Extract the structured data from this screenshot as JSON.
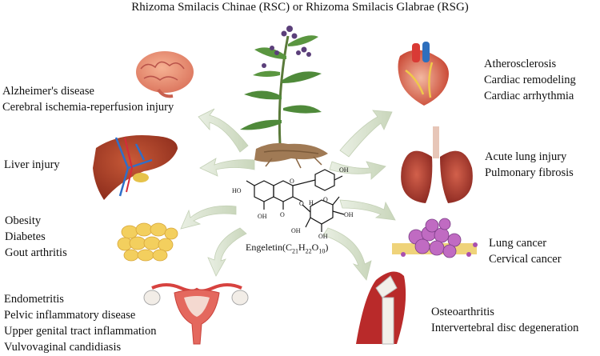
{
  "title": "Rhizoma Smilacis Chinae (RSC) or Rhizoma Smilacis Glabrae (RSG)",
  "compound": {
    "name": "Engeletin",
    "formula": {
      "c": "C",
      "c_n": "21",
      "h": "H",
      "h_n": "22",
      "o": "O",
      "o_n": "10"
    },
    "atom_labels": {
      "oh": "OH",
      "ho": "HO",
      "o": "O",
      "h": "H"
    }
  },
  "left_groups": [
    {
      "organ": "brain-icon",
      "lines": [
        "Alzheimer's disease",
        "Cerebral ischemia-reperfusion injury"
      ]
    },
    {
      "organ": "liver-icon",
      "lines": [
        "Liver injury"
      ]
    },
    {
      "organ": "fat-cells-icon",
      "lines": [
        "Obesity",
        "Diabetes",
        "Gout arthritis"
      ]
    },
    {
      "organ": "uterus-icon",
      "lines": [
        "Endometritis",
        "Pelvic inflammatory disease",
        "Upper genital tract inflammation",
        "Vulvovaginal candidiasis"
      ]
    }
  ],
  "right_groups": [
    {
      "organ": "heart-icon",
      "lines": [
        "Atherosclerosis",
        "Cardiac remodeling",
        "Cardiac arrhythmia"
      ]
    },
    {
      "organ": "lungs-icon",
      "lines": [
        "Acute lung injury",
        "Pulmonary fibrosis"
      ]
    },
    {
      "organ": "tumor-cells-icon",
      "lines": [
        "Lung cancer",
        "Cervical cancer"
      ]
    },
    {
      "organ": "knee-joint-icon",
      "lines": [
        "Osteoarthritis",
        "Intervertebral disc degeneration"
      ]
    }
  ],
  "colors": {
    "arrow": "#d4dfc8",
    "arrow_edge": "#bccbae",
    "leaf": "#4f8a3a",
    "berry": "#5b3f7a",
    "root": "#a07a55"
  }
}
